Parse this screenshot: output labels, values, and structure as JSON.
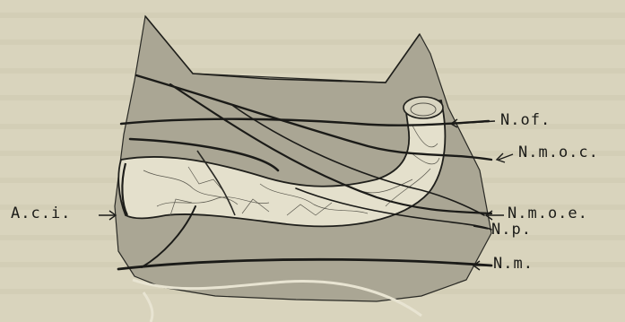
{
  "figure": {
    "labels": {
      "aci": "A.c.i.",
      "nof": "N.of.",
      "nmoc": "N.m.o.c.",
      "nmoe": "N.m.o.e.",
      "np": "N.p.",
      "nm": "N.m."
    },
    "colors": {
      "paper": "#d9d4bd",
      "tissue_shade": "#a9a593",
      "ink": "#1b1b18"
    }
  }
}
